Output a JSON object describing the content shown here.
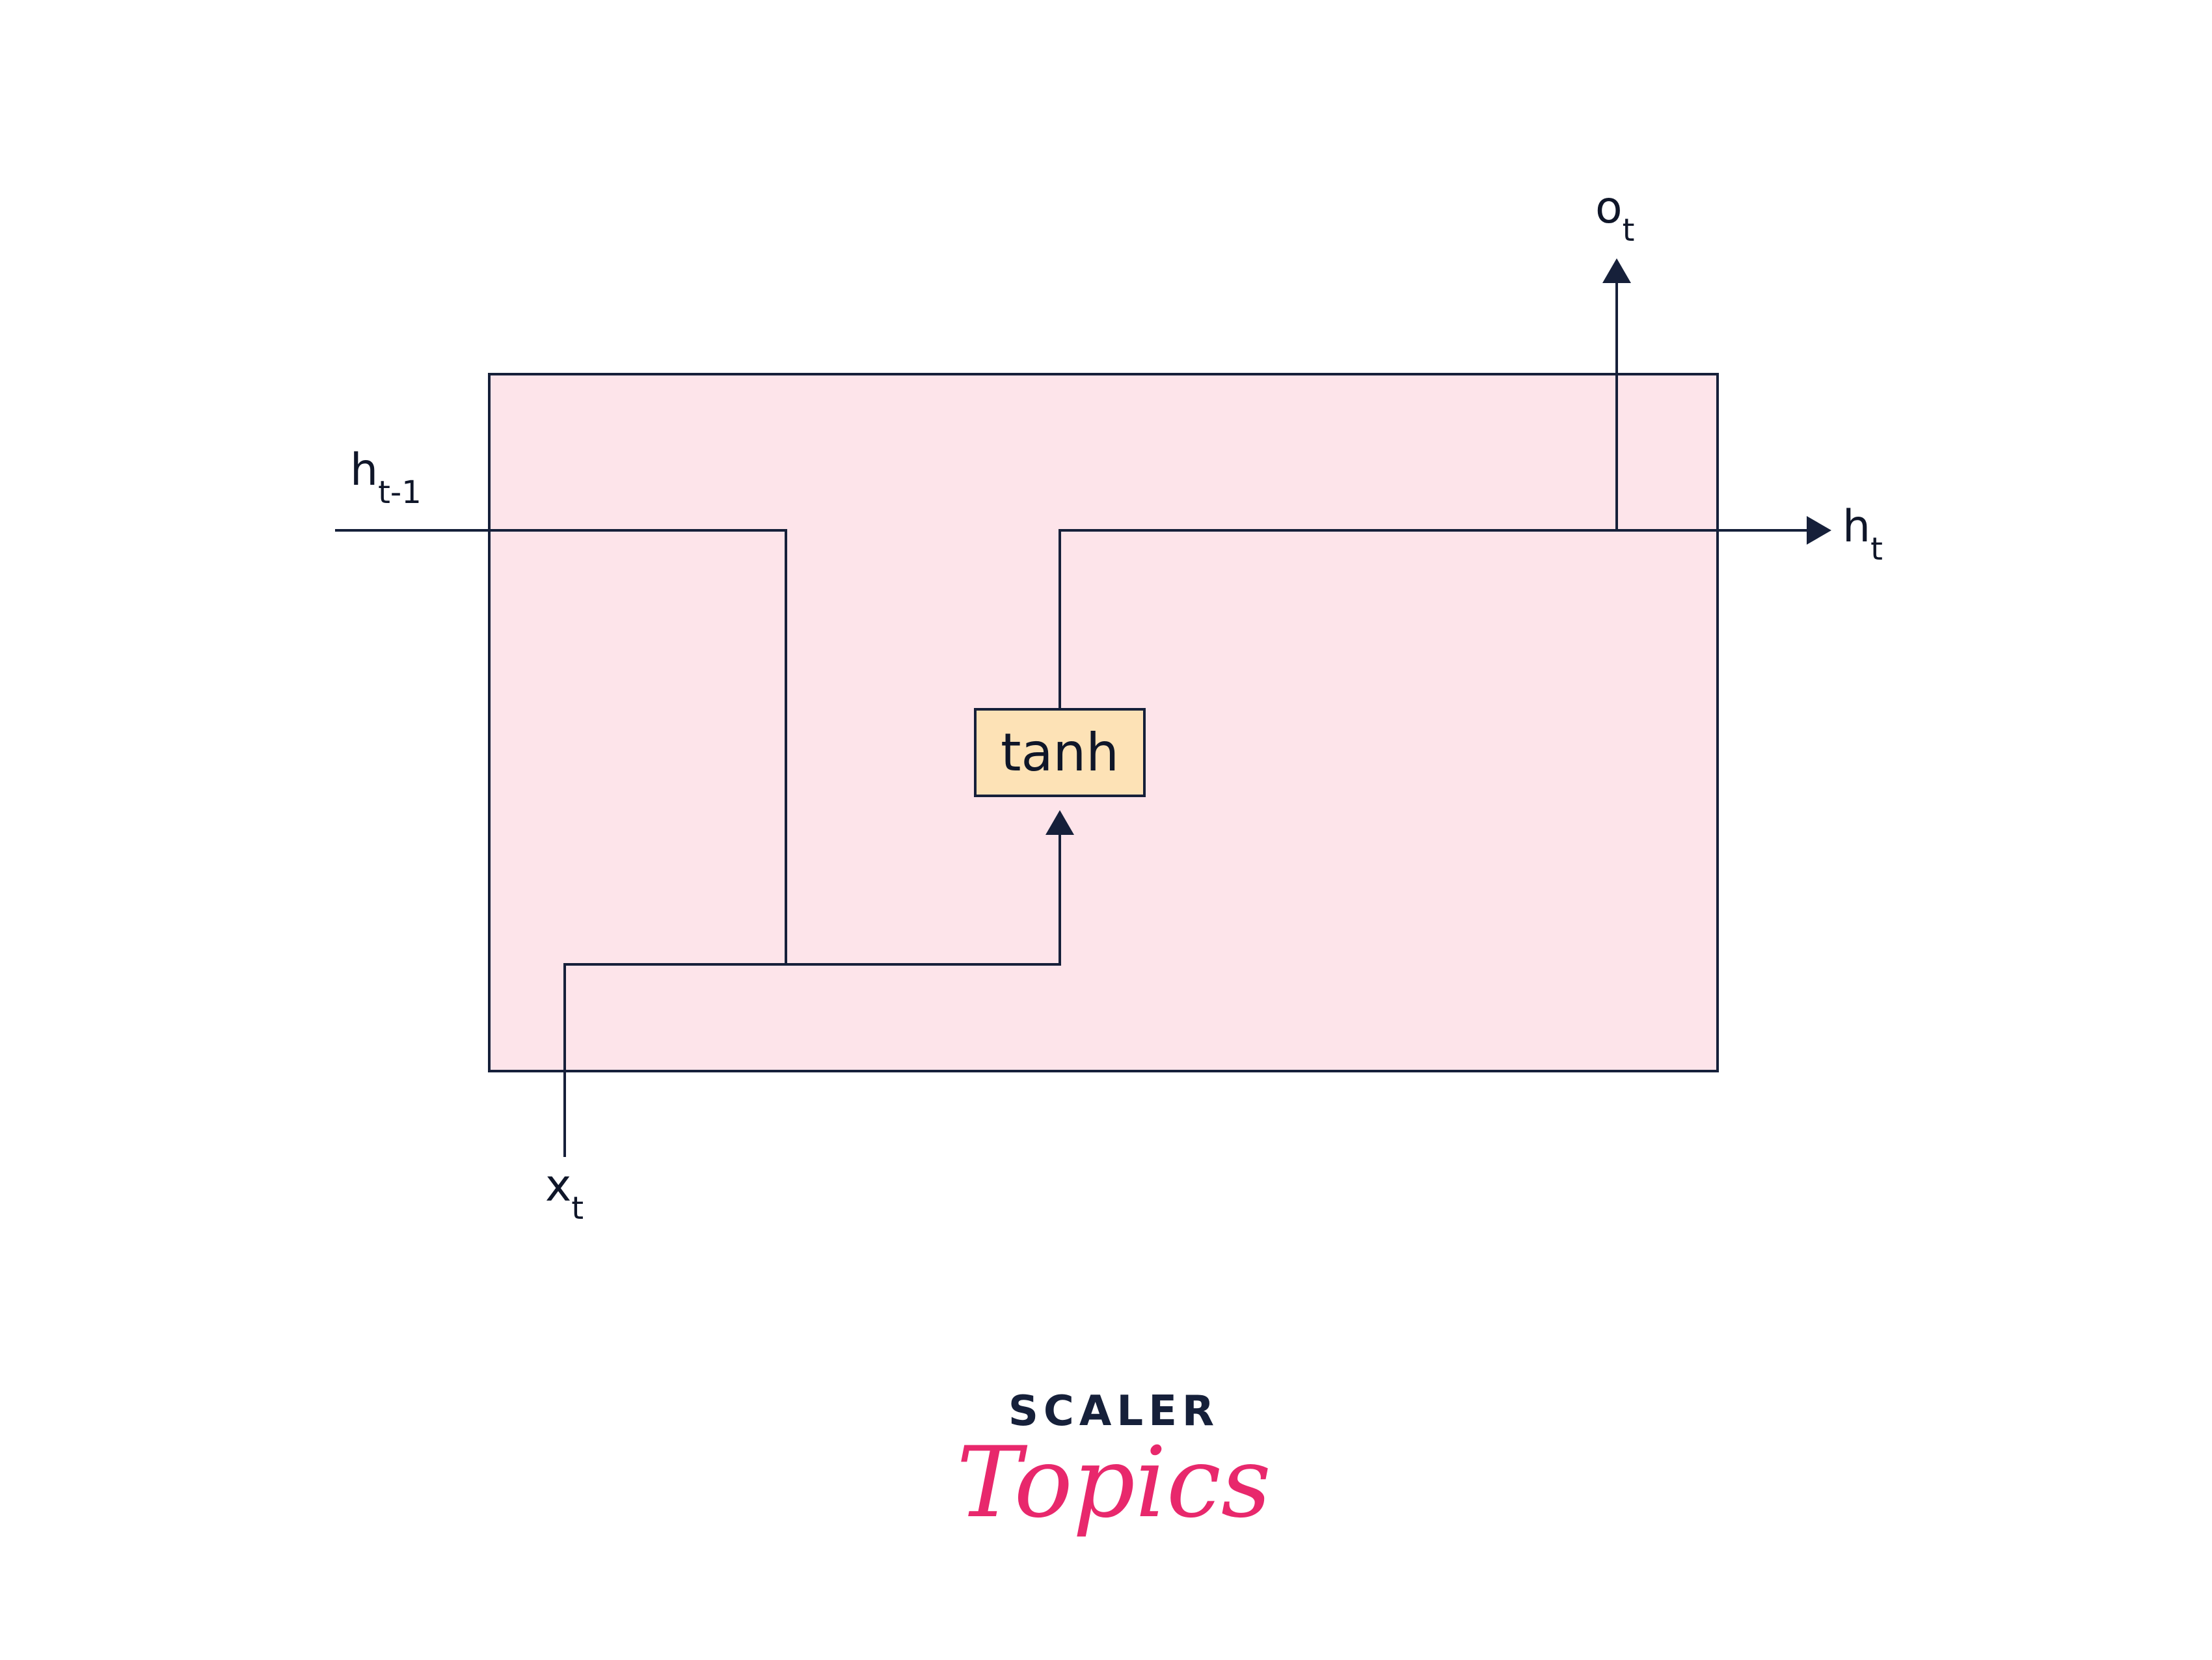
{
  "diagram": {
    "labels": {
      "h_prev": {
        "main": "h",
        "sub": "t-1"
      },
      "h_out": {
        "main": "h",
        "sub": "t"
      },
      "o_out": {
        "main": "o",
        "sub": "t"
      },
      "x_in": {
        "main": "x",
        "sub": "t"
      }
    },
    "activation": "tanh"
  },
  "logo": {
    "word": "SCALER",
    "script": "Topics"
  },
  "colors": {
    "cell_fill": "#fde4ea",
    "tanh_fill": "#fde2b6",
    "line": "#16203a",
    "brand_pink": "#e8286c"
  }
}
